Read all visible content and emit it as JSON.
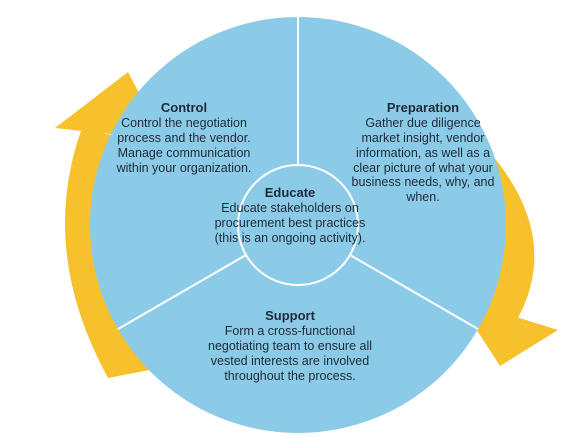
{
  "colors": {
    "circle_fill": "#8ccbe8",
    "circle_stroke": "#ffffff",
    "arrow_fill": "#f6c12d",
    "text": "#1e2a38"
  },
  "sections": {
    "control": {
      "title": "Control",
      "body": "Control the negotiation process and the vendor. Manage communication within your organization."
    },
    "preparation": {
      "title": "Preparation",
      "body": "Gather due diligence market insight, vendor information, as well as a clear picture of what your business needs, why, and when."
    },
    "educate": {
      "title": "Educate",
      "body": "Educate stakeholders on procurement best practices (this is an ongoing activity)."
    },
    "support": {
      "title": "Support",
      "body": "Form a cross-functional negotiating team to ensure all vested interests are involved throughout the process."
    }
  },
  "arrows": [
    "left-curved-arrow-up",
    "right-curved-arrow-down"
  ]
}
